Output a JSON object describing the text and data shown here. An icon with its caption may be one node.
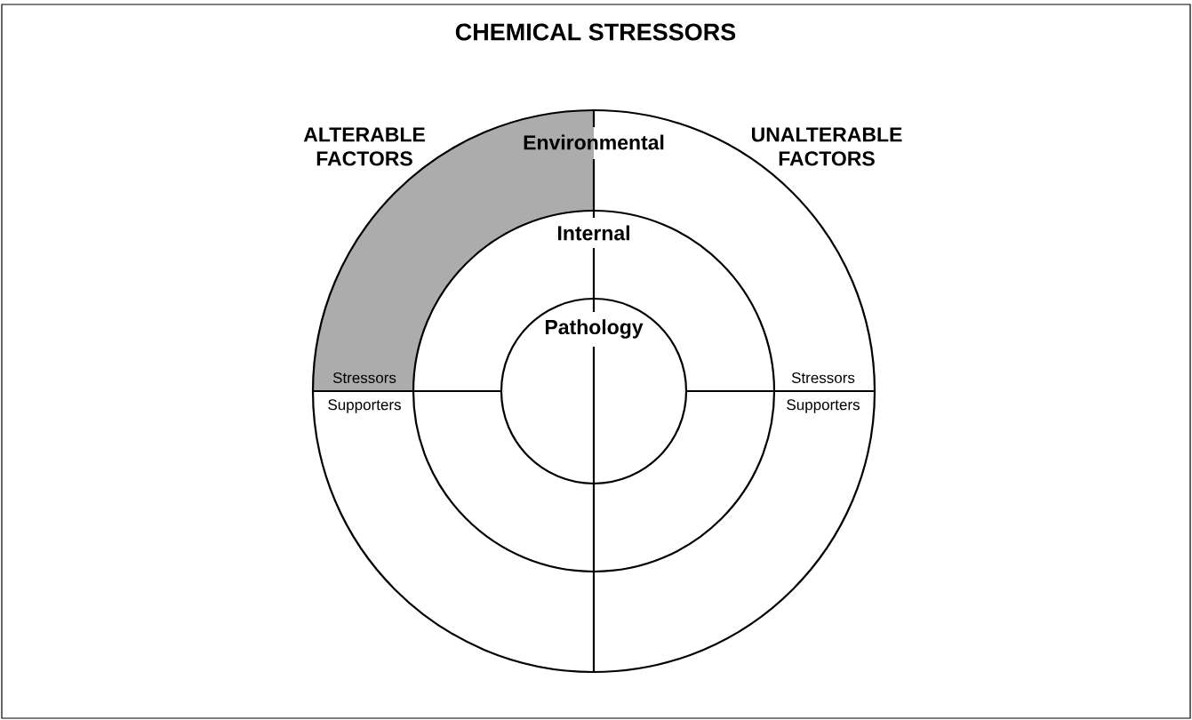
{
  "diagram": {
    "title": "CHEMICAL STRESSORS",
    "nodes": [
      {
        "text": [
          "Environmental"
        ]
      },
      {
        "text": [
          "Internal"
        ],
        "in": 0
      },
      {
        "text": [
          "Pathology"
        ],
        "in": 1
      }
    ],
    "labels": [
      "ALTERABLE FACTORS",
      "UNALTERABLE FACTORS",
      "Stressors",
      "Supporters",
      "Stressors",
      "Supporters"
    ]
  }
}
